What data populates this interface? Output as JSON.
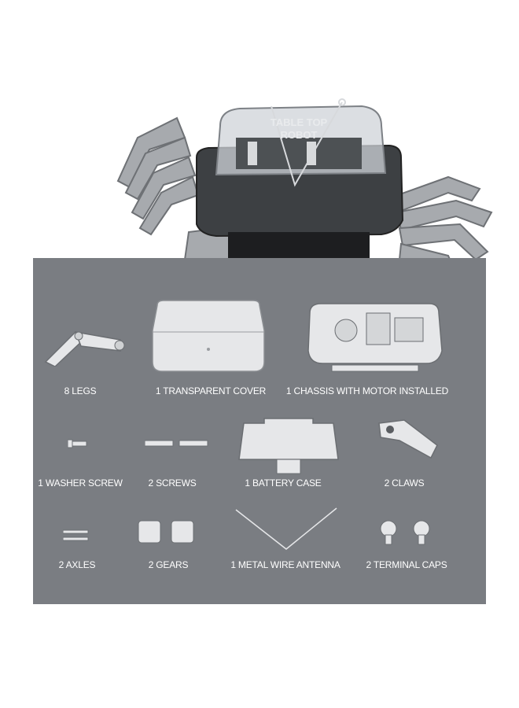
{
  "robot": {
    "cover_text": [
      "TABLE TOP",
      "ROBOT"
    ]
  },
  "parts": [
    {
      "label": "8 LEGS"
    },
    {
      "label": "1 TRANSPARENT COVER"
    },
    {
      "label": "1 CHASSIS WITH MOTOR INSTALLED"
    },
    {
      "label": "1 WASHER SCREW"
    },
    {
      "label": "2 SCREWS"
    },
    {
      "label": "1 BATTERY CASE"
    },
    {
      "label": "2 CLAWS"
    },
    {
      "label": "2 AXLES"
    },
    {
      "label": "2 GEARS"
    },
    {
      "label": "1 METAL WIRE ANTENNA"
    },
    {
      "label": "2 TERMINAL CAPS"
    }
  ],
  "colors": {
    "panel": "#7a7d82",
    "parts": "#e6e7e9",
    "leg_silver": "#a9acb0",
    "label": "#ffffff"
  }
}
